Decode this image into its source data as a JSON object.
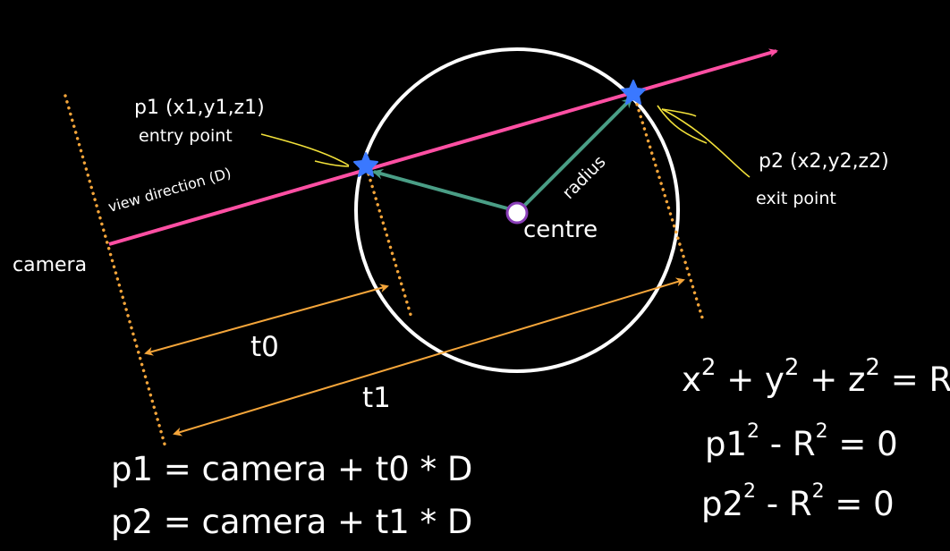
{
  "labels": {
    "p1_coords": "p1 (x1,y1,z1)",
    "entry_point": "entry point",
    "p2_coords": "p2 (x2,y2,z2)",
    "exit_point": "exit point",
    "view_direction": "view direction (D)",
    "camera": "camera",
    "centre": "centre",
    "radius": "radius",
    "t0": "t0",
    "t1": "t1"
  },
  "equations": {
    "p1_eq": "p1 = camera + t0 * D",
    "p2_eq": "p2 = camera + t1 * D",
    "sphere": {
      "x": "x",
      "y": "y",
      "z": "z",
      "r": "R",
      "exp": "2",
      "plus": "+",
      "equals": "="
    },
    "p1_sq": {
      "p": "p1",
      "minus": "-",
      "r": "R",
      "exp": "2",
      "rhs": "= 0"
    },
    "p2_sq": {
      "p": "p2",
      "minus": "-",
      "r": "R",
      "exp": "2",
      "rhs": "= 0"
    }
  },
  "colors": {
    "ray": "#ff4fa3",
    "circle": "#ffffff",
    "dotted": "#f4a53a",
    "measure": "#f4a53a",
    "radius_arrow": "#4a9e86",
    "centre_ring": "#8a3fb8",
    "star": "#3a78ff",
    "leader": "#f2e13a"
  }
}
